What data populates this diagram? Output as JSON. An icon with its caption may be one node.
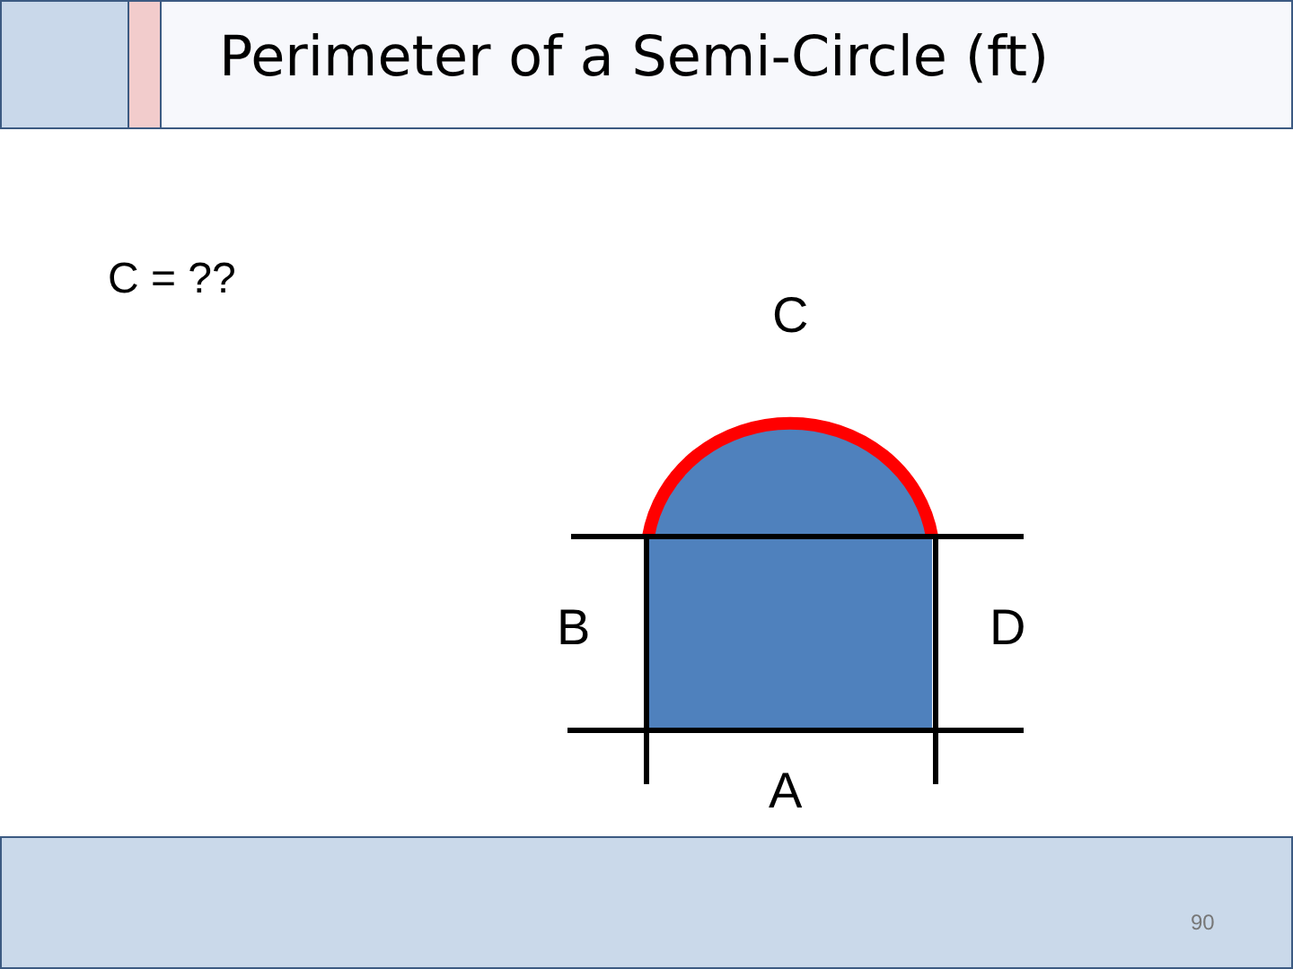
{
  "diagram": {
    "title": "Perimeter of a Semi-Circle (ft)",
    "labels": [
      "C = ??",
      "C",
      "B",
      "D",
      "A",
      "90"
    ]
  }
}
